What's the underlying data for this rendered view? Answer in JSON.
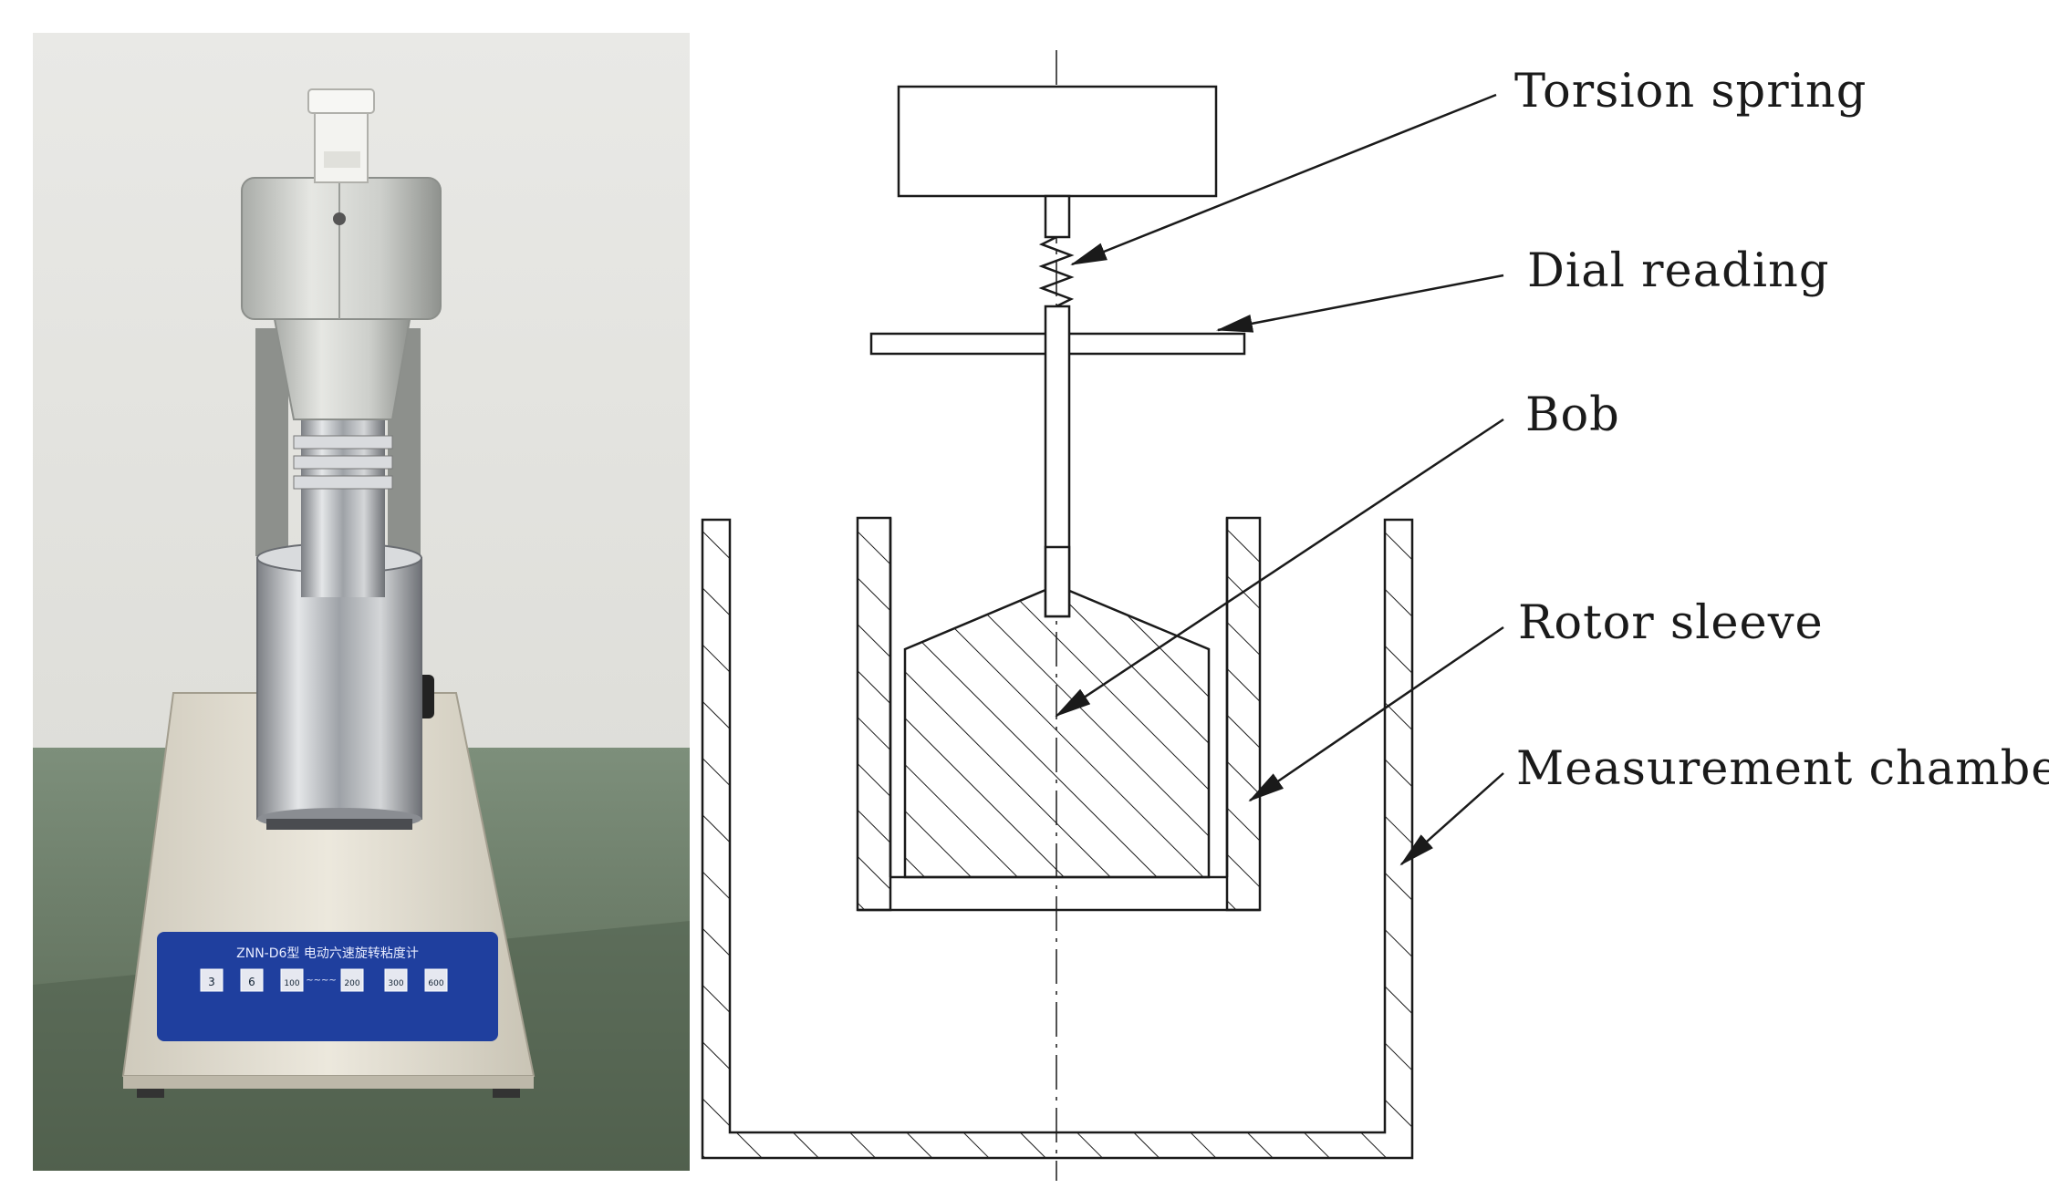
{
  "figure": {
    "left_panel": {
      "subject": "photo of rotational viscometer",
      "panel_text": "ZNN-D6型  电动六速旋转粘度计",
      "buttons": [
        "3",
        "6",
        "100",
        "200",
        "300",
        "600"
      ],
      "between_buttons": "~~~~"
    },
    "right_panel": {
      "labels": {
        "torsion_spring": "Torsion spring",
        "dial_reading": "Dial reading",
        "bob": "Bob",
        "rotor_sleeve": "Rotor sleeve",
        "measurement_chamber": "Measurement chamber"
      }
    },
    "colors": {
      "line": "#1a1a1a",
      "panel_blue": "#1f3f9e",
      "steel": "#b9bcc0",
      "base": "#e3dfd3",
      "wall": "#e4e4e0",
      "bench": "#6d7f6c"
    }
  }
}
